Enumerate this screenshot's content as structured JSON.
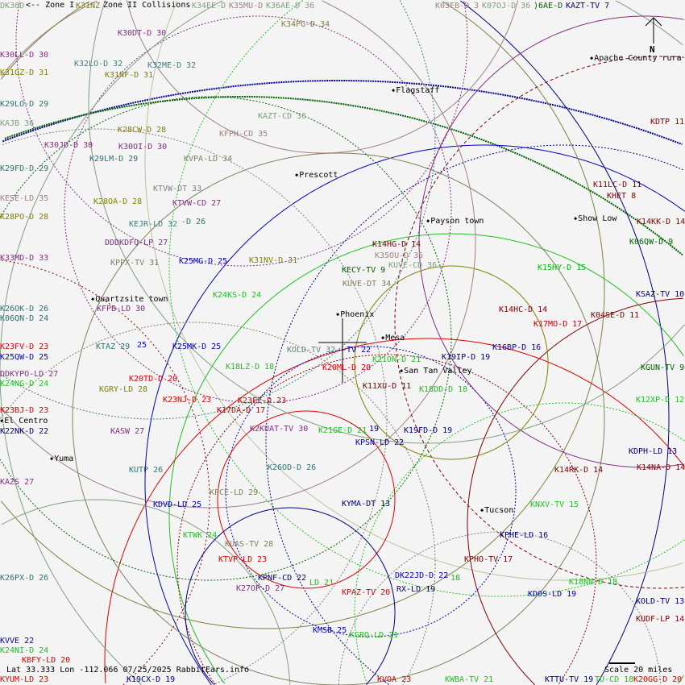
{
  "legend": {
    "zone1": "<-- Zone I",
    "zone2": "Zone II Collisions"
  },
  "footer": "Lat 33.333 Lon -112.066 07/25/2025 RabbitEars.info",
  "scale": "Scale 20 miles",
  "north": "N",
  "cities": [
    {
      "name": "Flagstaff"
    },
    {
      "name": "Apache County rura"
    },
    {
      "name": "Prescott"
    },
    {
      "name": "Payson town"
    },
    {
      "name": "Show Low"
    },
    {
      "name": "Quartzsite town"
    },
    {
      "name": "Phoenix"
    },
    {
      "name": "Mesa"
    },
    {
      "name": "San Tan Valley"
    },
    {
      "name": "El Centro"
    },
    {
      "name": "Yuma"
    },
    {
      "name": "Tucson"
    }
  ],
  "stations": [
    {
      "text": "DK36D",
      "color": "#80a080"
    },
    {
      "text": "K31NZ",
      "color": "#808000"
    },
    {
      "text": "K34EE-D",
      "color": "#80a080"
    },
    {
      "text": "K35MU-D",
      "color": "#a08080"
    },
    {
      "text": "K36AE-D 36",
      "color": "#80a080"
    },
    {
      "text": "K30DT-D 30",
      "color": "#803080"
    },
    {
      "text": "K34PG-D 34",
      "color": "#808040"
    },
    {
      "text": "K30LL-D 30",
      "color": "#803080"
    },
    {
      "text": "K32LO-D 32",
      "color": "#408080"
    },
    {
      "text": "K32ME-D 32",
      "color": "#408080"
    },
    {
      "text": "K31GZ-D 31",
      "color": "#808000"
    },
    {
      "text": "K31NF-D 31",
      "color": "#808000"
    },
    {
      "text": "K29LO-D 29",
      "color": "#307070"
    },
    {
      "text": "KAJB 36",
      "color": "#80a080"
    },
    {
      "text": "KAZT-CD 36",
      "color": "#80a080"
    },
    {
      "text": "K28CW-D 28",
      "color": "#808000"
    },
    {
      "text": "KFPH-CD 35",
      "color": "#a08080"
    },
    {
      "text": "K30JD-D 30",
      "color": "#803080"
    },
    {
      "text": "K30OI-D 30",
      "color": "#803080"
    },
    {
      "text": "K29LM-D 29",
      "color": "#307070"
    },
    {
      "text": "KVPA-LD 34",
      "color": "#808060"
    },
    {
      "text": "K29FD-D 29",
      "color": "#307070"
    },
    {
      "text": "KTVW-DT 33",
      "color": "#808080"
    },
    {
      "text": "KESE-LD 35",
      "color": "#a08080"
    },
    {
      "text": "KTVW-CD 27",
      "color": "#803080"
    },
    {
      "text": "K28OA-D 28",
      "color": "#808000"
    },
    {
      "text": "K28PO-D 28",
      "color": "#808000"
    },
    {
      "text": "KEJR-LD 32",
      "color": "#408080"
    },
    {
      "text": "-D 26",
      "color": "#307070"
    },
    {
      "text": "DDDKDFQ-LP 27",
      "color": "#803080"
    },
    {
      "text": "KPPX-TV 31",
      "color": "#808060"
    },
    {
      "text": "K25MG-D 25",
      "color": "#0000c0"
    },
    {
      "text": "K31NV-D 31",
      "color": "#808000"
    },
    {
      "text": "K33MD-D 33",
      "color": "#803080"
    },
    {
      "text": "K03FB-D 3",
      "color": "#a08080"
    },
    {
      "text": "K07OJ-D 36",
      "color": "#80a080"
    },
    {
      "text": ")6AE-D",
      "color": "#006000"
    },
    {
      "text": "KAZT-TV 7",
      "color": "#000080"
    },
    {
      "text": "KDTP 11",
      "color": "#800000"
    },
    {
      "text": "K11LC-D 11",
      "color": "#800000"
    },
    {
      "text": "KHET 8",
      "color": "#800000"
    },
    {
      "text": "K14KK-D 14",
      "color": "#800000"
    },
    {
      "text": "K06QW-D 9",
      "color": "#006000"
    },
    {
      "text": "K14HG-D 14",
      "color": "#800000"
    },
    {
      "text": "K35OU-D 35",
      "color": "#a08080"
    },
    {
      "text": "KECY-TV 9",
      "color": "#006000"
    },
    {
      "text": "KUVE-CD 36",
      "color": "#80a080"
    },
    {
      "text": "K15HY-D 15",
      "color": "#00c000"
    },
    {
      "text": "KUVE-DT 34",
      "color": "#808060"
    },
    {
      "text": "K24KS-D 24",
      "color": "#20c020"
    },
    {
      "text": "KFPB-LD 30",
      "color": "#803080"
    },
    {
      "text": "KSAZ-TV 10",
      "color": "#000080"
    },
    {
      "text": "K26OK-D 26",
      "color": "#307070"
    },
    {
      "text": "K06QN-D 24",
      "color": "#307070"
    },
    {
      "text": "K14HC-D 14",
      "color": "#800000"
    },
    {
      "text": "K04SE-D 11",
      "color": "#800000"
    },
    {
      "text": "K17MO-D 17",
      "color": "#c00000"
    },
    {
      "text": "K23FV-D 23",
      "color": "#e00000"
    },
    {
      "text": "KTAZ 29",
      "color": "#307070"
    },
    {
      "text": "25",
      "color": "#0000c0"
    },
    {
      "text": "K25MK-D 25",
      "color": "#0000c0"
    },
    {
      "text": "K25QW-D 25",
      "color": "#0000c0"
    },
    {
      "text": "KOLD-TV 32",
      "color": "#608080"
    },
    {
      "text": "-TV 22",
      "color": "#0000c0"
    },
    {
      "text": "K16BP-D 16",
      "color": "#0000c0"
    },
    {
      "text": "K19IP-D 19",
      "color": "#000080"
    },
    {
      "text": "K18LZ-D 18",
      "color": "#20c020"
    },
    {
      "text": "K20ML-D 20",
      "color": "#e00000"
    },
    {
      "text": "K21ON-D 21",
      "color": "#20c020"
    },
    {
      "text": "KGUN-TV 9",
      "color": "#006000"
    },
    {
      "text": "DDKYPO-LD 27",
      "color": "#803080"
    },
    {
      "text": "K24NG-D 24",
      "color": "#20c020"
    },
    {
      "text": "K20TD-D 20",
      "color": "#e00000"
    },
    {
      "text": "K11XU-D 11",
      "color": "#800000"
    },
    {
      "text": "K18DD-D 18",
      "color": "#20c020"
    },
    {
      "text": "KGRY-LD 28",
      "color": "#808000"
    },
    {
      "text": "K12XP-D 12",
      "color": "#20c020"
    },
    {
      "text": "K23NJ-D 23",
      "color": "#e00000"
    },
    {
      "text": "K23FZ-D 23",
      "color": "#e00000"
    },
    {
      "text": "K23BJ-D 23",
      "color": "#e00000"
    },
    {
      "text": "K17DA-D 17",
      "color": "#c00000"
    },
    {
      "text": "KASW 27",
      "color": "#803080"
    },
    {
      "text": "K22NK-D 22",
      "color": "#000080"
    },
    {
      "text": "K2KUAT-TV 30",
      "color": "#803080"
    },
    {
      "text": "K21GE-D 21",
      "color": "#20c020"
    },
    {
      "text": "19",
      "color": "#000080"
    },
    {
      "text": "K19FD-D 19",
      "color": "#000080"
    },
    {
      "text": "KPSN-LD 22",
      "color": "#0000c0"
    },
    {
      "text": "KDPH-LD 13",
      "color": "#000080"
    },
    {
      "text": "K26OD-D 26",
      "color": "#307070"
    },
    {
      "text": "K14RK-D 14",
      "color": "#800000"
    },
    {
      "text": "K14NA-D 14",
      "color": "#800000"
    },
    {
      "text": "KUTP 26",
      "color": "#307070"
    },
    {
      "text": "KAZS 27",
      "color": "#803080"
    },
    {
      "text": "KPCE-LD 29",
      "color": "#808060"
    },
    {
      "text": "KDVD-LD 25",
      "color": "#0000c0"
    },
    {
      "text": "KYMA-DT 13",
      "color": "#000080"
    },
    {
      "text": "KNXV-TV 15",
      "color": "#20c020"
    },
    {
      "text": "KTWK 24",
      "color": "#20c020"
    },
    {
      "text": "KPHE-LD 16",
      "color": "#000080"
    },
    {
      "text": "KUAS-TV 28",
      "color": "#808060"
    },
    {
      "text": "KTVP-LD 23",
      "color": "#e00000"
    },
    {
      "text": "KPHO-TV 17",
      "color": "#800000"
    },
    {
      "text": "K26PX-D 26",
      "color": "#307070"
    },
    {
      "text": "KPNF-CD 22",
      "color": "#000080"
    },
    {
      "text": "DK22JD-D 22",
      "color": "#0000c0"
    },
    {
      "text": "18",
      "color": "#20c020"
    },
    {
      "text": "K18NN-D 18",
      "color": "#20c020"
    },
    {
      "text": "K27OP-D 27",
      "color": "#803080"
    },
    {
      "text": "LD 21",
      "color": "#20c020"
    },
    {
      "text": "KPAZ-TV 20",
      "color": "#e00000"
    },
    {
      "text": "RX-LD 19",
      "color": "#000080"
    },
    {
      "text": "KDOS-LD 19",
      "color": "#0000c0"
    },
    {
      "text": "KOLD-TV 13",
      "color": "#000080"
    },
    {
      "text": "KUDF-LP 14",
      "color": "#800000"
    },
    {
      "text": "KMSB 25",
      "color": "#0000c0"
    },
    {
      "text": "KGRQ-LD 21",
      "color": "#20c020"
    },
    {
      "text": "KVVE 22",
      "color": "#0000c0"
    },
    {
      "text": "K24NI-D 24",
      "color": "#20c020"
    },
    {
      "text": "KBFY-LD 20",
      "color": "#e00000"
    },
    {
      "text": "KYUM-LD 23",
      "color": "#e00000"
    },
    {
      "text": "K19CX-D 19",
      "color": "#000080"
    },
    {
      "text": "KVOA 23",
      "color": "#e00000"
    },
    {
      "text": "KWBA-TV 21",
      "color": "#20c020"
    },
    {
      "text": "KTTU-TV 19",
      "color": "#000080"
    },
    {
      "text": "TU-CD 18",
      "color": "#20c020"
    },
    {
      "text": "K20GG-D 20",
      "color": "#e00000"
    }
  ]
}
